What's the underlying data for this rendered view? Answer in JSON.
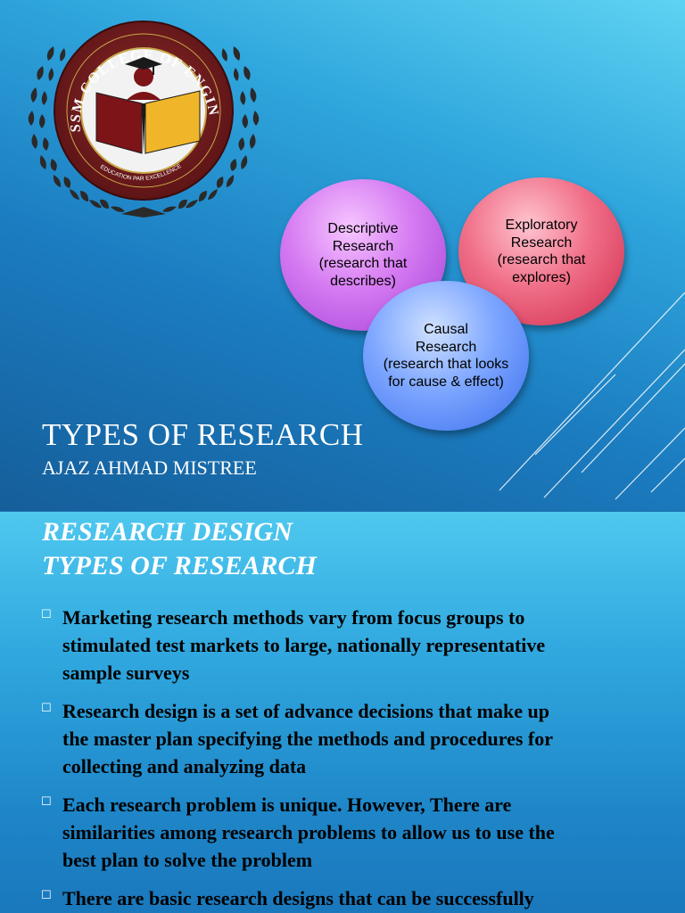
{
  "slide1": {
    "logo": {
      "ring_text": "SSM COLLEGE OF ENGINEERING",
      "motto": "EDUCATION PAR EXCELLENCE"
    },
    "circles": [
      {
        "lines": [
          "Descriptive",
          "Research",
          "(research that",
          "describes)"
        ]
      },
      {
        "lines": [
          "Exploratory",
          "Research",
          "(research that",
          "explores)"
        ]
      },
      {
        "lines": [
          "Causal",
          "Research",
          "(research that looks",
          "for cause & effect)"
        ]
      }
    ],
    "title": "TYPES OF RESEARCH",
    "subtitle": "AJAZ AHMAD MISTREE"
  },
  "slide2": {
    "heading_line1": "RESEARCH DESIGN",
    "heading_line2": "TYPES OF RESEARCH",
    "bullet_glyph": "☐",
    "bullets": [
      {
        "lines": [
          "Marketing research methods vary from focus groups to",
          "stimulated test markets to large, nationally representative",
          "sample surveys"
        ]
      },
      {
        "lines": [
          "Research design is a set of advance decisions that make up",
          "the master plan specifying the methods and procedures for",
          "collecting and analyzing data"
        ]
      },
      {
        "lines": [
          "Each research problem is unique. However, There are",
          "similarities among research problems to allow us to use the",
          "best plan to solve the problem"
        ]
      },
      {
        "lines": [
          "There are basic research designs that can be successfully"
        ]
      }
    ]
  },
  "colors": {
    "logo_ring": "#6e1a1c",
    "logo_laurel": "#2a2a2a",
    "book_left": "#7c1418",
    "book_right": "#f0b62a",
    "descriptive": "#d57af2",
    "exploratory": "#f06f88",
    "causal": "#7da6ff"
  },
  "icons": [
    "laurel-wreath-icon",
    "graduate-reading-book-icon",
    "square-bullet-icon"
  ]
}
